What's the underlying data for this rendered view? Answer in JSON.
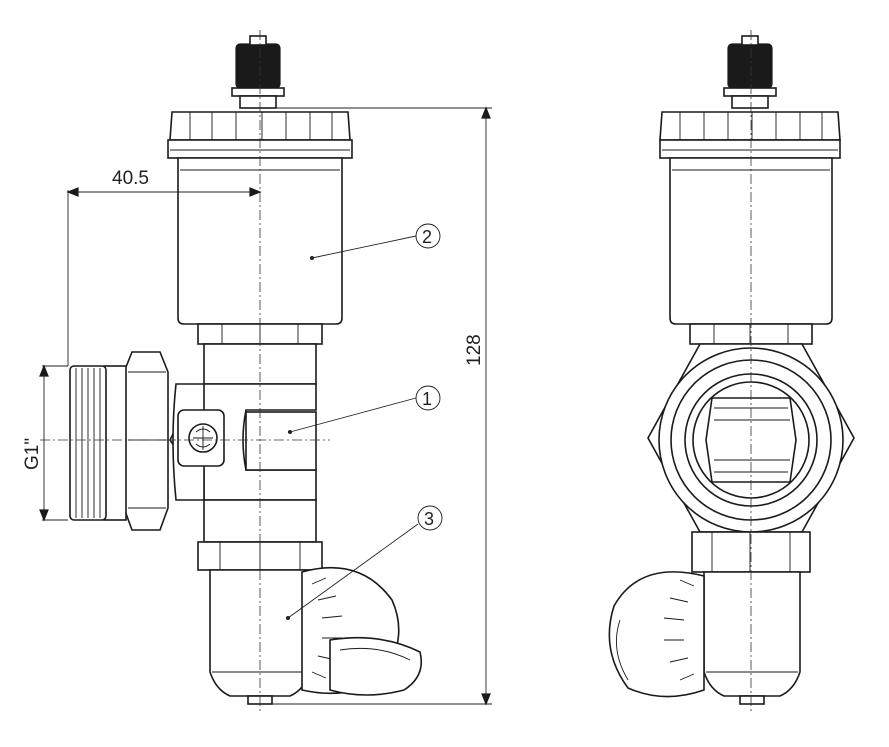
{
  "dimensions": {
    "width_label": "40.5",
    "height_label": "128",
    "thread_label": "G1\""
  },
  "balloons": [
    "2",
    "1",
    "3"
  ],
  "colors": {
    "line": "#1a1a1a",
    "background": "#ffffff"
  }
}
